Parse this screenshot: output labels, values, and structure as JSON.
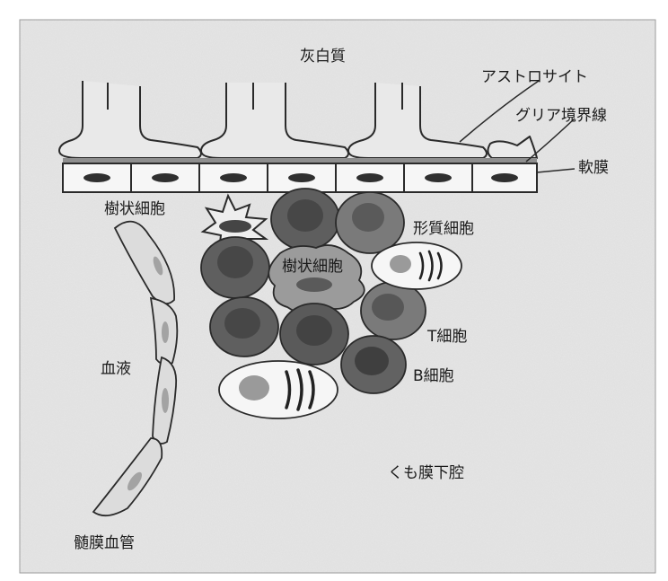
{
  "labels": {
    "gray_matter": "灰白質",
    "astrocyte": "アストロサイト",
    "glia_limitans": "グリア境界線",
    "pia_mater": "軟膜",
    "dendritic_cell_upper": "樹状細胞",
    "dendritic_cell_center": "樹状細胞",
    "plasma_cell": "形質細胞",
    "t_cell": "T細胞",
    "b_cell": "B細胞",
    "blood": "血液",
    "subarachnoid_space": "くも膜下腔",
    "meningeal_vessel": "髄膜血管"
  },
  "colors": {
    "background": "#e6e6e6",
    "outline": "#2a2a2a",
    "lymphocyte_dark": "#5f5f5f",
    "lymphocyte_mid": "#7d7d7d",
    "nucleus": "#3a3a3a",
    "dendritic": "#9a9a9a",
    "plasma_body": "#f4f4f4",
    "vessel_cell": "#dcdcdc"
  }
}
